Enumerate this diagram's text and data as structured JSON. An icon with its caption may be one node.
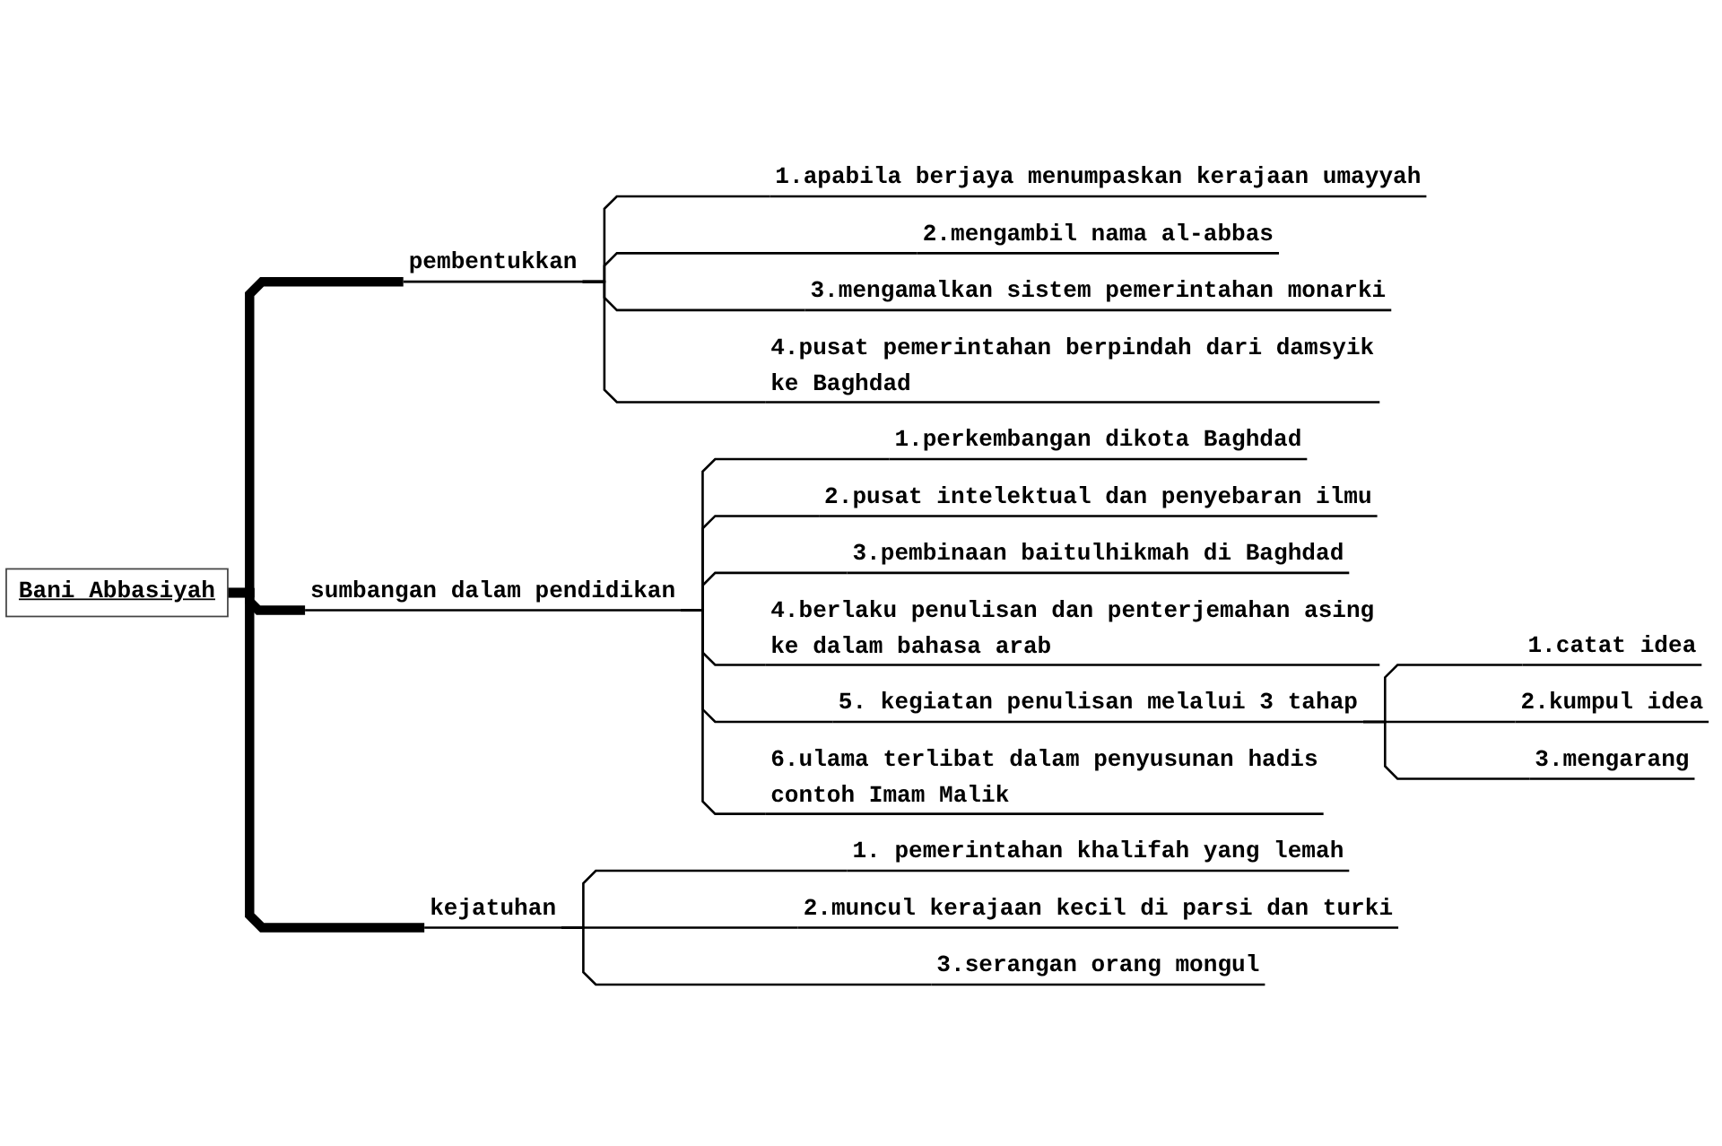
{
  "diagram": {
    "nodes": [
      {
        "text": [
          "Bani Abbasiyah"
        ]
      },
      {
        "text": [
          "pembentukkan"
        ]
      },
      {
        "text": [
          "1.apabila berjaya menumpaskan kerajaan umayyah"
        ]
      },
      {
        "text": [
          "2.mengambil nama al-abbas"
        ]
      },
      {
        "text": [
          "3.mengamalkan sistem pemerintahan monarki"
        ]
      },
      {
        "text": [
          "4.pusat pemerintahan berpindah dari damsyik ke Baghdad"
        ]
      },
      {
        "text": [
          "sumbangan dalam pendidikan"
        ]
      },
      {
        "text": [
          "1.perkembangan dikota Baghdad"
        ]
      },
      {
        "text": [
          "2.pusat intelektual dan penyebaran ilmu"
        ]
      },
      {
        "text": [
          "3.pembinaan baitulhikmah di Baghdad"
        ]
      },
      {
        "text": [
          "4.berlaku penulisan dan penterjemahan asing ke dalam bahasa arab"
        ]
      },
      {
        "text": [
          "5. kegiatan penulisan melalui 3 tahap"
        ]
      },
      {
        "text": [
          "1.catat idea"
        ]
      },
      {
        "text": [
          "2.kumpul idea"
        ]
      },
      {
        "text": [
          "3.mengarang"
        ]
      },
      {
        "text": [
          "6.ulama terlibat dalam penyusunan hadis contoh Imam Malik"
        ]
      },
      {
        "text": [
          "kejatuhan"
        ]
      },
      {
        "text": [
          "1. pemerintahan khalifah yang lemah"
        ]
      },
      {
        "text": [
          "2.muncul kerajaan kecil di parsi dan turki"
        ]
      },
      {
        "text": [
          "3.serangan orang mongul"
        ]
      }
    ],
    "edges": [
      {
        "from": 0,
        "to": 1,
        "arrow": "none",
        "style": "thick"
      },
      {
        "from": 1,
        "to": 2,
        "arrow": "none"
      },
      {
        "from": 1,
        "to": 3,
        "arrow": "none"
      },
      {
        "from": 1,
        "to": 4,
        "arrow": "none"
      },
      {
        "from": 1,
        "to": 5,
        "arrow": "none"
      },
      {
        "from": 0,
        "to": 6,
        "arrow": "none",
        "style": "thick"
      },
      {
        "from": 6,
        "to": 7,
        "arrow": "none"
      },
      {
        "from": 6,
        "to": 8,
        "arrow": "none"
      },
      {
        "from": 6,
        "to": 9,
        "arrow": "none"
      },
      {
        "from": 6,
        "to": 10,
        "arrow": "none"
      },
      {
        "from": 6,
        "to": 11,
        "arrow": "none"
      },
      {
        "from": 11,
        "to": 12,
        "arrow": "none"
      },
      {
        "from": 11,
        "to": 13,
        "arrow": "none"
      },
      {
        "from": 11,
        "to": 14,
        "arrow": "none"
      },
      {
        "from": 6,
        "to": 15,
        "arrow": "none"
      },
      {
        "from": 0,
        "to": 16,
        "arrow": "none",
        "style": "thick"
      },
      {
        "from": 16,
        "to": 17,
        "arrow": "none"
      },
      {
        "from": 16,
        "to": 18,
        "arrow": "none"
      },
      {
        "from": 16,
        "to": 19,
        "arrow": "none"
      }
    ]
  }
}
